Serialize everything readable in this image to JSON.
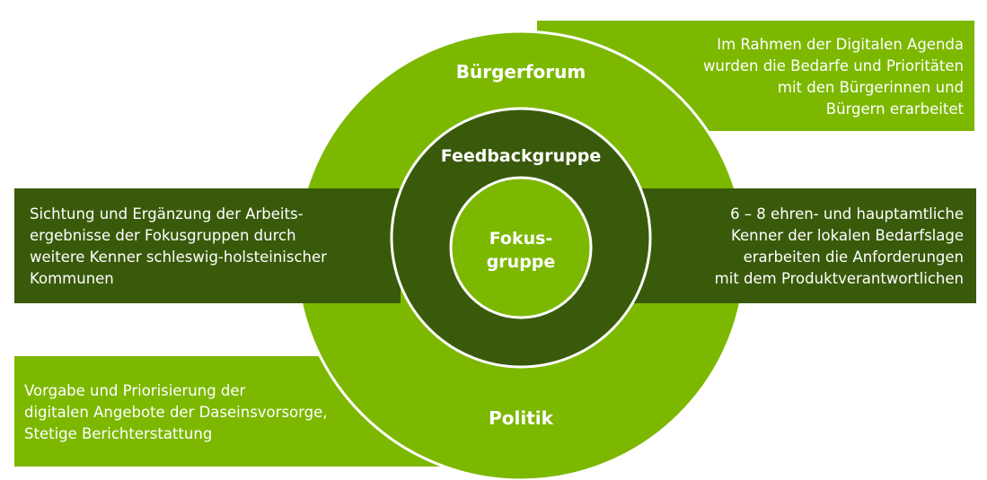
{
  "colors": {
    "light_green": "#7cb800",
    "dark_green": "#3a5a0b",
    "border_white": "#ffffff"
  },
  "rings": {
    "outer": "Bürgerforum",
    "middle": "Feedbackgruppe",
    "inner": "Fokus-\ngruppe",
    "bottom": "Politik"
  },
  "boxes": {
    "buergerforum": "Im Rahmen der Digitalen Agenda\nwurden die Bedarfe und Prioritäten\nmit den Bürgerinnen und\nBürgern erarbeitet",
    "feedbackgruppe": "Sichtung und Ergänzung der Arbeits-\nergebnisse der Fokusgruppen durch\nweitere Kenner schleswig-holsteinischer\nKommunen",
    "fokusgruppe": "6 – 8 ehren- und hauptamtliche\nKenner der lokalen Bedarfslage\nerarbeiten die Anforderungen\nmit dem Produktverantwortlichen",
    "politik": "Vorgabe und Priorisierung der\ndigitalen Angebote der Daseinsvorsorge,\nStetige Berichterstattung"
  }
}
